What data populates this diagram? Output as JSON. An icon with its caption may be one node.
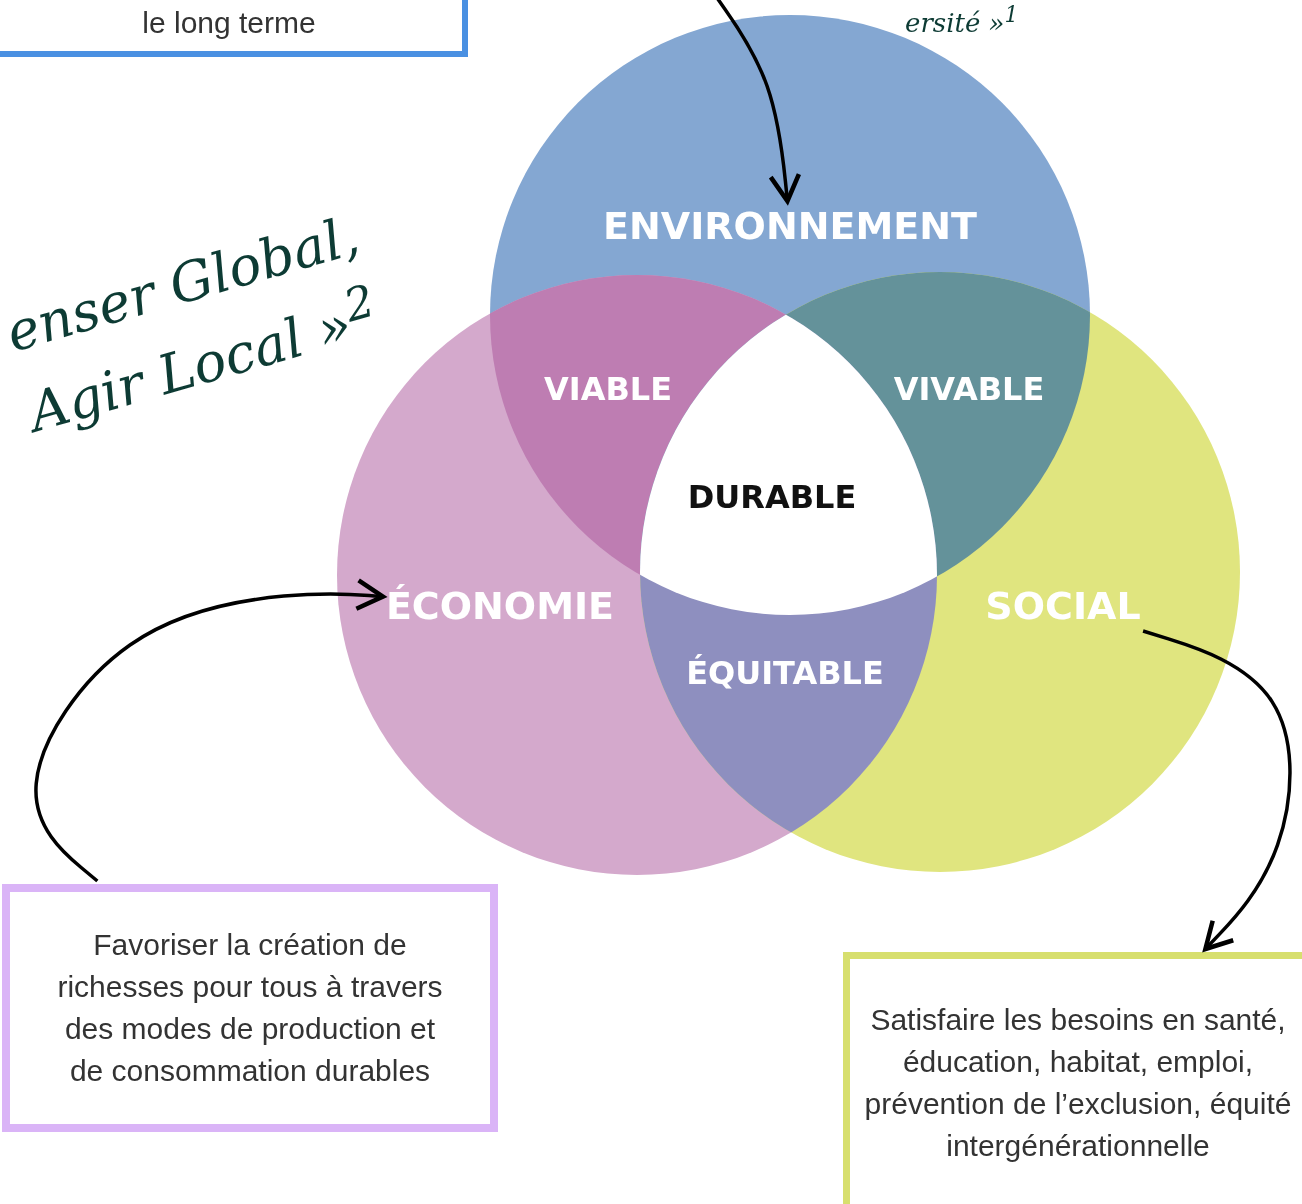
{
  "diagram": {
    "nodes": [
      {
        "text": [
          "le long terme"
        ]
      },
      {
        "text": [
          "ENVIRONNEMENT"
        ]
      },
      {
        "text": [
          "ÉCONOMIE"
        ]
      },
      {
        "text": [
          "SOCIAL"
        ]
      },
      {
        "text": [
          "Favoriser la création de richesses pour tous à travers des modes de production et de consommation durables"
        ]
      },
      {
        "text": [
          "Satisfaire les besoins en santé, éducation, habitat, emploi, prévention de l’exclusion, équité intergénérationnelle"
        ]
      }
    ],
    "edges": [
      {
        "from": null,
        "to": 1,
        "arrow": "to"
      },
      {
        "from": 4,
        "to": 2,
        "arrow": "to"
      },
      {
        "from": 3,
        "to": 5,
        "arrow": "to"
      }
    ],
    "labels": [
      "VIABLE",
      "VIVABLE",
      "DURABLE",
      "ÉQUITABLE",
      "enser Global, Agir Local »$^{2}$",
      "ersité »$^{1}$"
    ]
  }
}
